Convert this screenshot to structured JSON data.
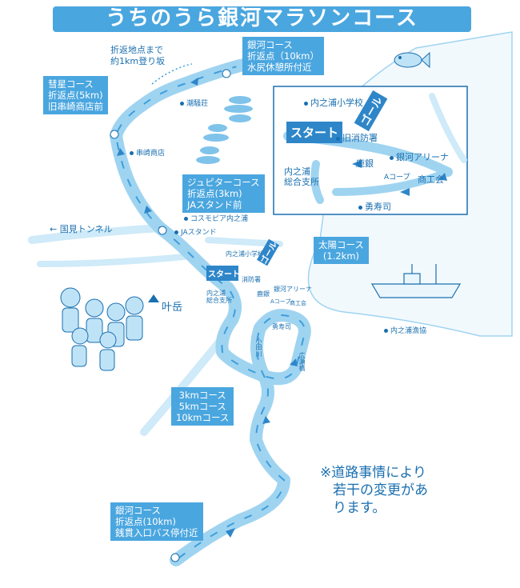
{
  "title": "うちのうら銀河マラソンコース",
  "callouts": {
    "ginga_top": [
      "銀河コース",
      "折返点（10km）",
      "水尻休憩所付近"
    ],
    "suisei": [
      "彗星コース",
      "折返点(5km)",
      "旧串崎商店前"
    ],
    "jupiter": [
      "ジュピターコース",
      "折返点(3km)",
      "JAスタンド前"
    ],
    "taiyo": [
      "太陽コース",
      "(1.2km)"
    ],
    "distances": [
      "3kmコース",
      "5kmコース",
      "10kmコース"
    ],
    "ginga_bottom": [
      "銀河コース",
      "折返点(10km)",
      "銭貫入口バス停付近"
    ]
  },
  "labels": {
    "slope": [
      "折返地点まで",
      "約1km登り坂"
    ],
    "tunnel": "← 国見トンネル",
    "kanoudake": "叶岳",
    "kushizaki": "串崎商店",
    "tsubakisou": "潮騒荘",
    "cosmopia": "コスモピア内之浦",
    "ja_stand": "JAスタンド",
    "uchinoura_school_small": "内之浦小学校",
    "shoubousho_small": "消防署",
    "uchinoura_branch_small": [
      "内之浦",
      "総合支所"
    ],
    "kagin_small": "鹿銀",
    "arena_small": "銀河アリーナ",
    "acoop_small": "Aコープ",
    "shokoukai_small": "商工会",
    "yuujushi_small": "勇寿司",
    "koudagawa": "小田川",
    "hirosebashi": "広瀬橋",
    "gyokyou": "内之浦漁協",
    "start": "スタート",
    "goal": "ゴール"
  },
  "inset": {
    "school": "内之浦小学校",
    "start": "スタート",
    "old_fire": "旧消防署",
    "kagin": "鹿銀",
    "arena": "銀河アリーナ",
    "branch": [
      "内之浦",
      "総合支所"
    ],
    "acoop": "Aコープ",
    "shokoukai": "商工会",
    "yuujushi": "勇寿司",
    "goal": "ゴール"
  },
  "note": [
    "※道路事情により",
    "若干の変更があ",
    "ります。"
  ],
  "colors": {
    "road": "#9fd4f1",
    "route": "#3e9edc",
    "text": "#1a6fb0",
    "callout": "#4aa6df",
    "sea": "#bfe3f6"
  }
}
